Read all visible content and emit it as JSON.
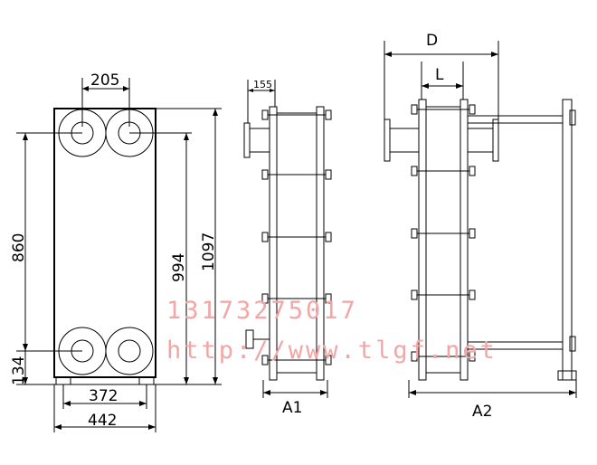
{
  "front_view": {
    "dims": {
      "port_spacing": "205",
      "overall_height": "1097",
      "port_center_height": "994",
      "port_vertical_spacing": "860",
      "bottom_offset": "134",
      "foot_spacing": "372",
      "overall_width": "442"
    }
  },
  "side_view_a1": {
    "dims": {
      "flange_length": "155",
      "length_label": "A1"
    }
  },
  "side_view_a2": {
    "dims": {
      "frame_width": "D",
      "plate_pack_length": "L",
      "length_label": "A2"
    }
  },
  "watermark": {
    "phone": "13173275017",
    "url": "http://www.tlgf.net"
  }
}
